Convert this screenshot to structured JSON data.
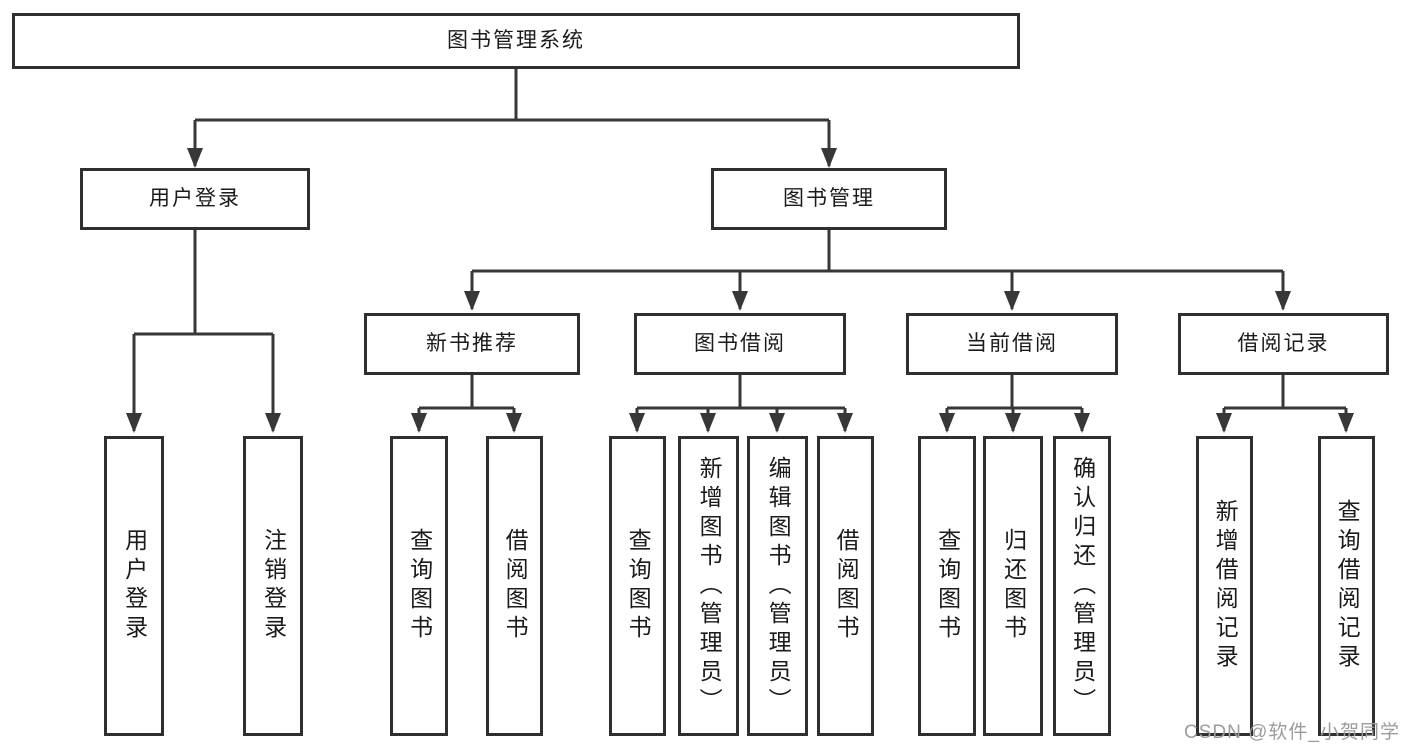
{
  "diagram": {
    "nodes": {
      "root": {
        "label": "图书管理系统"
      },
      "user_login": {
        "label": "用户登录"
      },
      "book_mgmt": {
        "label": "图书管理"
      },
      "new_book_rec": {
        "label": "新书推荐"
      },
      "book_borrow": {
        "label": "图书借阅"
      },
      "current_borrow": {
        "label": "当前借阅"
      },
      "borrow_record": {
        "label": "借阅记录"
      },
      "leaf_user_login": {
        "label": "用户登录"
      },
      "leaf_logout": {
        "label": "注销登录"
      },
      "leaf_rec_query": {
        "label": "查询图书"
      },
      "leaf_rec_borrow": {
        "label": "借阅图书"
      },
      "leaf_bb_query": {
        "label": "查询图书"
      },
      "leaf_bb_add": {
        "label": "新增图书（管理员）"
      },
      "leaf_bb_edit": {
        "label": "编辑图书（管理员）"
      },
      "leaf_bb_borrow": {
        "label": "借阅图书"
      },
      "leaf_cb_query": {
        "label": "查询图书"
      },
      "leaf_cb_return": {
        "label": "归还图书"
      },
      "leaf_cb_confirm": {
        "label": "确认归还（管理员）"
      },
      "leaf_br_add": {
        "label": "新增借阅记录"
      },
      "leaf_br_query": {
        "label": "查询借阅记录"
      }
    },
    "colors": {
      "line": "#373737",
      "box_border": "#2f2f2f",
      "text": "#1b1b1b",
      "watermark": "#9c9c9c",
      "background": "#ffffff"
    }
  },
  "watermark": {
    "text": "CSDN @软件_小贺同学"
  }
}
